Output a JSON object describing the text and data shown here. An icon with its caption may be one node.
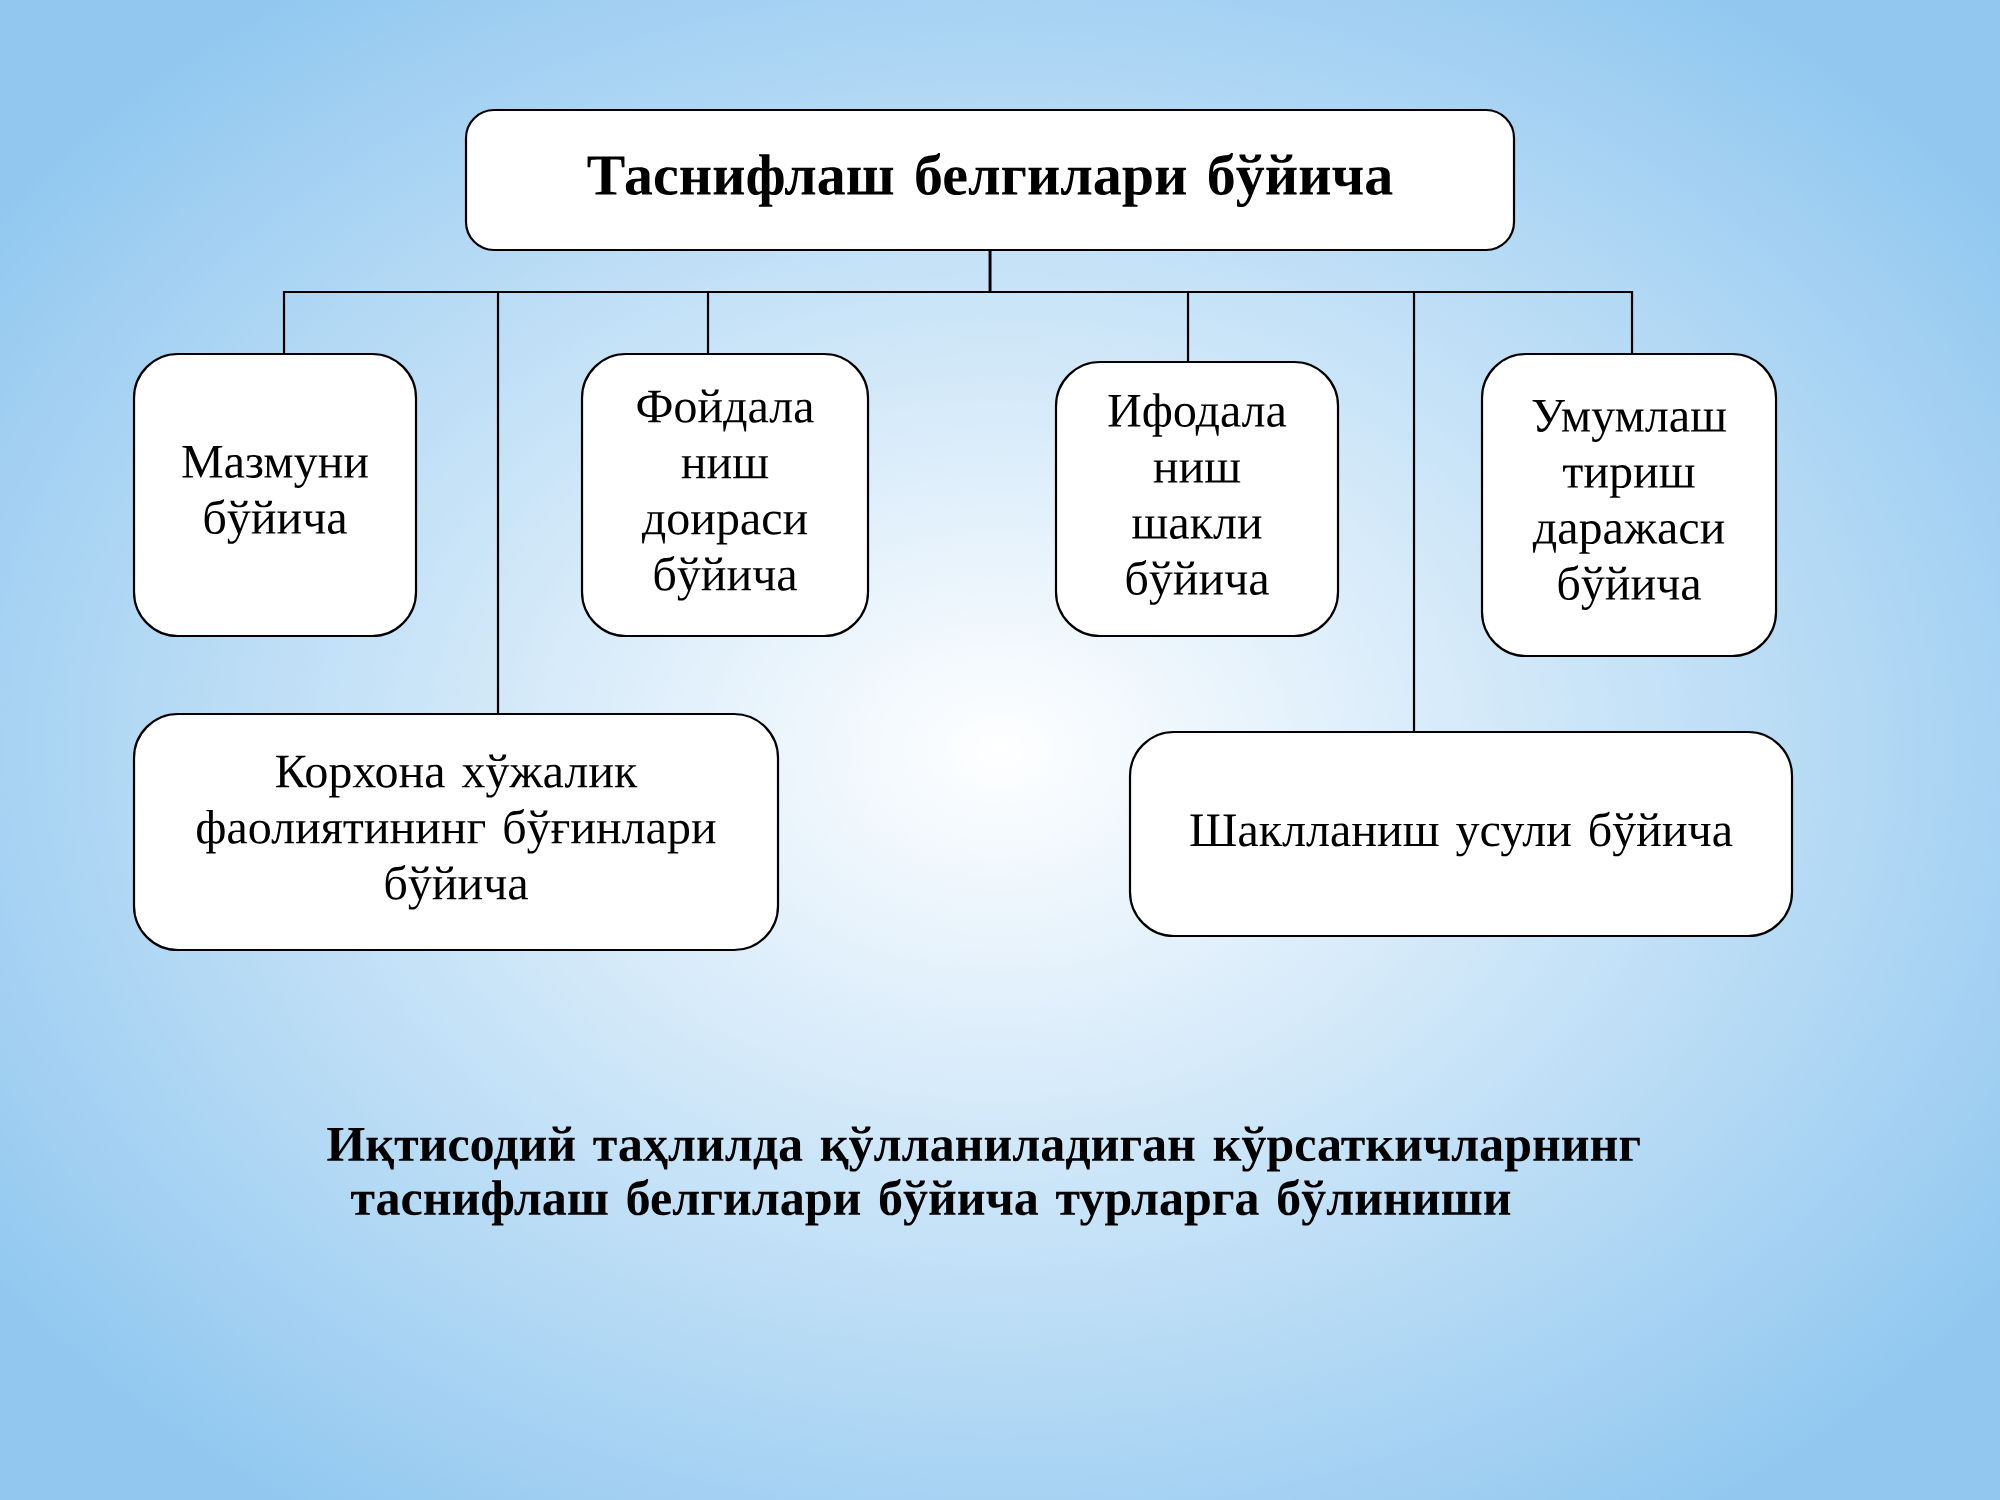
{
  "diagram": {
    "nodes": [
      {
        "text": [
          "Таснифлаш белгилари бўйича"
        ]
      },
      {
        "text": [
          "Мазмуни бўйича"
        ]
      },
      {
        "text": [
          "Фойдала ниш доираси бўйича"
        ]
      },
      {
        "text": [
          "Ифодала ниш шакли бўйича"
        ]
      },
      {
        "text": [
          "Умумлаш тириш даражаси бўйича"
        ]
      },
      {
        "text": [
          "Корхона хўжалик фаолиятининг бўғинлари бўйича"
        ]
      },
      {
        "text": [
          "Шаклланиш усули бўйича"
        ]
      }
    ],
    "edges": [
      {
        "from": 0,
        "to": 1,
        "arrow": "none"
      },
      {
        "from": 0,
        "to": 2,
        "arrow": "none"
      },
      {
        "from": 0,
        "to": 3,
        "arrow": "none"
      },
      {
        "from": 0,
        "to": 4,
        "arrow": "none"
      },
      {
        "from": 0,
        "to": 5,
        "arrow": "none"
      },
      {
        "from": 0,
        "to": 6,
        "arrow": "none"
      }
    ],
    "caption": "Иқтисодий таҳлилда қўлланиладиган кўрсаткичларнинг таснифлаш белгилари бўйича турларга бўлиниши"
  }
}
